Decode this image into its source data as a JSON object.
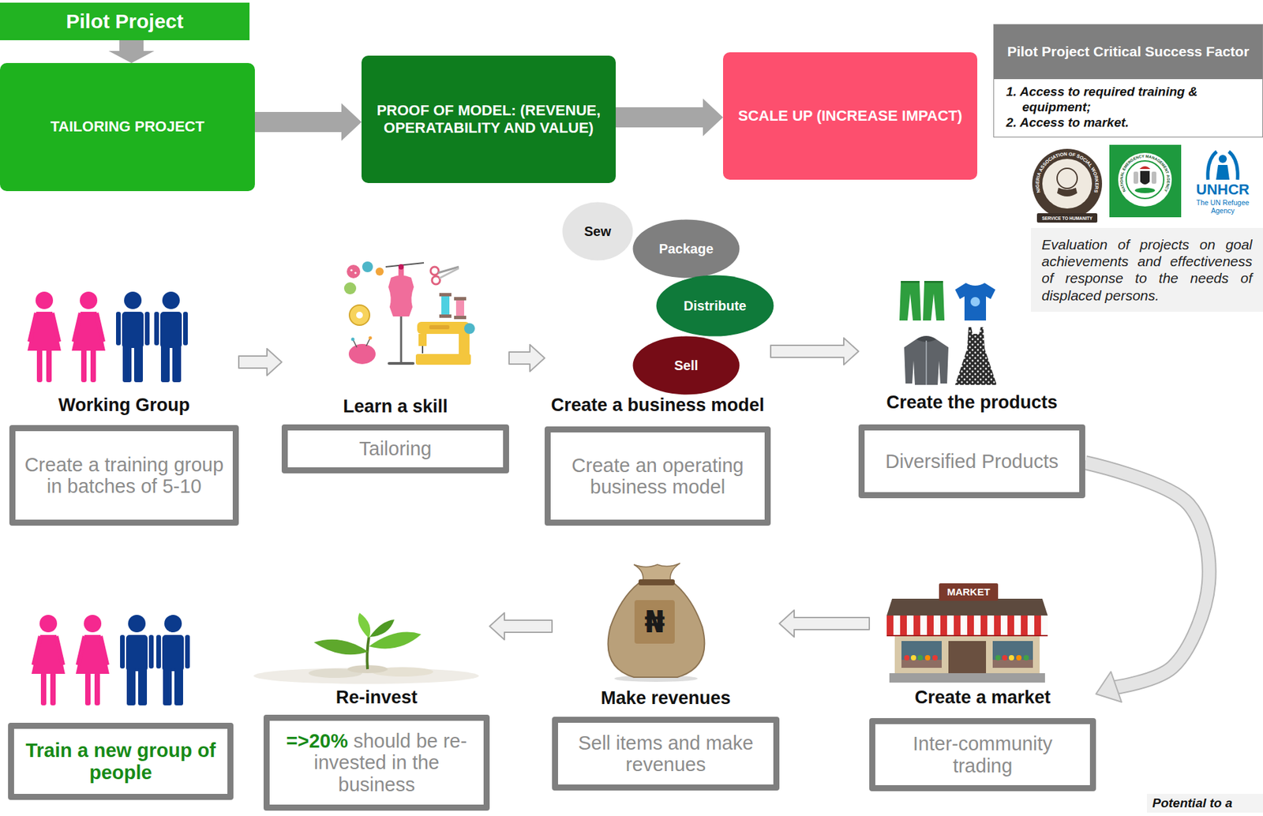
{
  "diagram": {
    "nodes": [
      {
        "text": [
          "Pilot Project"
        ]
      },
      {
        "text": [
          "TAILORING PROJECT"
        ]
      },
      {
        "text": [
          "PROOF OF MODEL: (REVENUE, OPERATABILITY AND VALUE)"
        ]
      },
      {
        "text": [
          "SCALE UP (INCREASE IMPACT)"
        ]
      },
      {
        "text": [
          "Pilot Project Critical Success Factor",
          "1. Access to required training & equipment;",
          "2. Access to market."
        ]
      },
      {
        "text": [
          "Evaluation of projects on goal achievements and effectiveness of response to the needs of displaced persons."
        ]
      },
      {
        "text": [
          "Working Group",
          "Create a training group in batches of 5-10"
        ]
      },
      {
        "text": [
          "Learn a skill",
          "Tailoring"
        ]
      },
      {
        "text": [
          "Sew"
        ]
      },
      {
        "text": [
          "Package"
        ]
      },
      {
        "text": [
          "Distribute"
        ]
      },
      {
        "text": [
          "Sell"
        ]
      },
      {
        "text": [
          "Create a business model",
          "Create an operating business model"
        ]
      },
      {
        "text": [
          "Create the products",
          "Diversified Products"
        ]
      },
      {
        "text": [
          "Train a new group of people"
        ]
      },
      {
        "text": [
          "Re-invest",
          "=>20%",
          "should be re-invested in the business"
        ]
      },
      {
        "text": [
          "Make revenues",
          "Sell items and make revenues"
        ]
      },
      {
        "text": [
          "Create a market",
          "Inter-community trading"
        ]
      }
    ],
    "edges": [
      {
        "from": 0,
        "to": 1,
        "arrow": "to"
      },
      {
        "from": 1,
        "to": 2,
        "arrow": "to"
      },
      {
        "from": 2,
        "to": 3,
        "arrow": "to"
      },
      {
        "from": 6,
        "to": 7,
        "arrow": "to"
      },
      {
        "from": 7,
        "to": 12,
        "arrow": "to"
      },
      {
        "from": 12,
        "to": 13,
        "arrow": "to"
      },
      {
        "from": 13,
        "to": 17,
        "arrow": "to"
      },
      {
        "from": 17,
        "to": 16,
        "arrow": "to"
      },
      {
        "from": 16,
        "to": 15,
        "arrow": "to"
      }
    ],
    "labels": [
      "NIGERIA ASSOCIATION OF SOCIAL WORKERS",
      "SERVICE TO HUMANITY",
      "NATIONAL EMERGENCY MANAGEMENT AGENCY",
      "UNHCR",
      "The UN Refugee Agency",
      "MARKET",
      "₦",
      "Potential to a"
    ]
  }
}
